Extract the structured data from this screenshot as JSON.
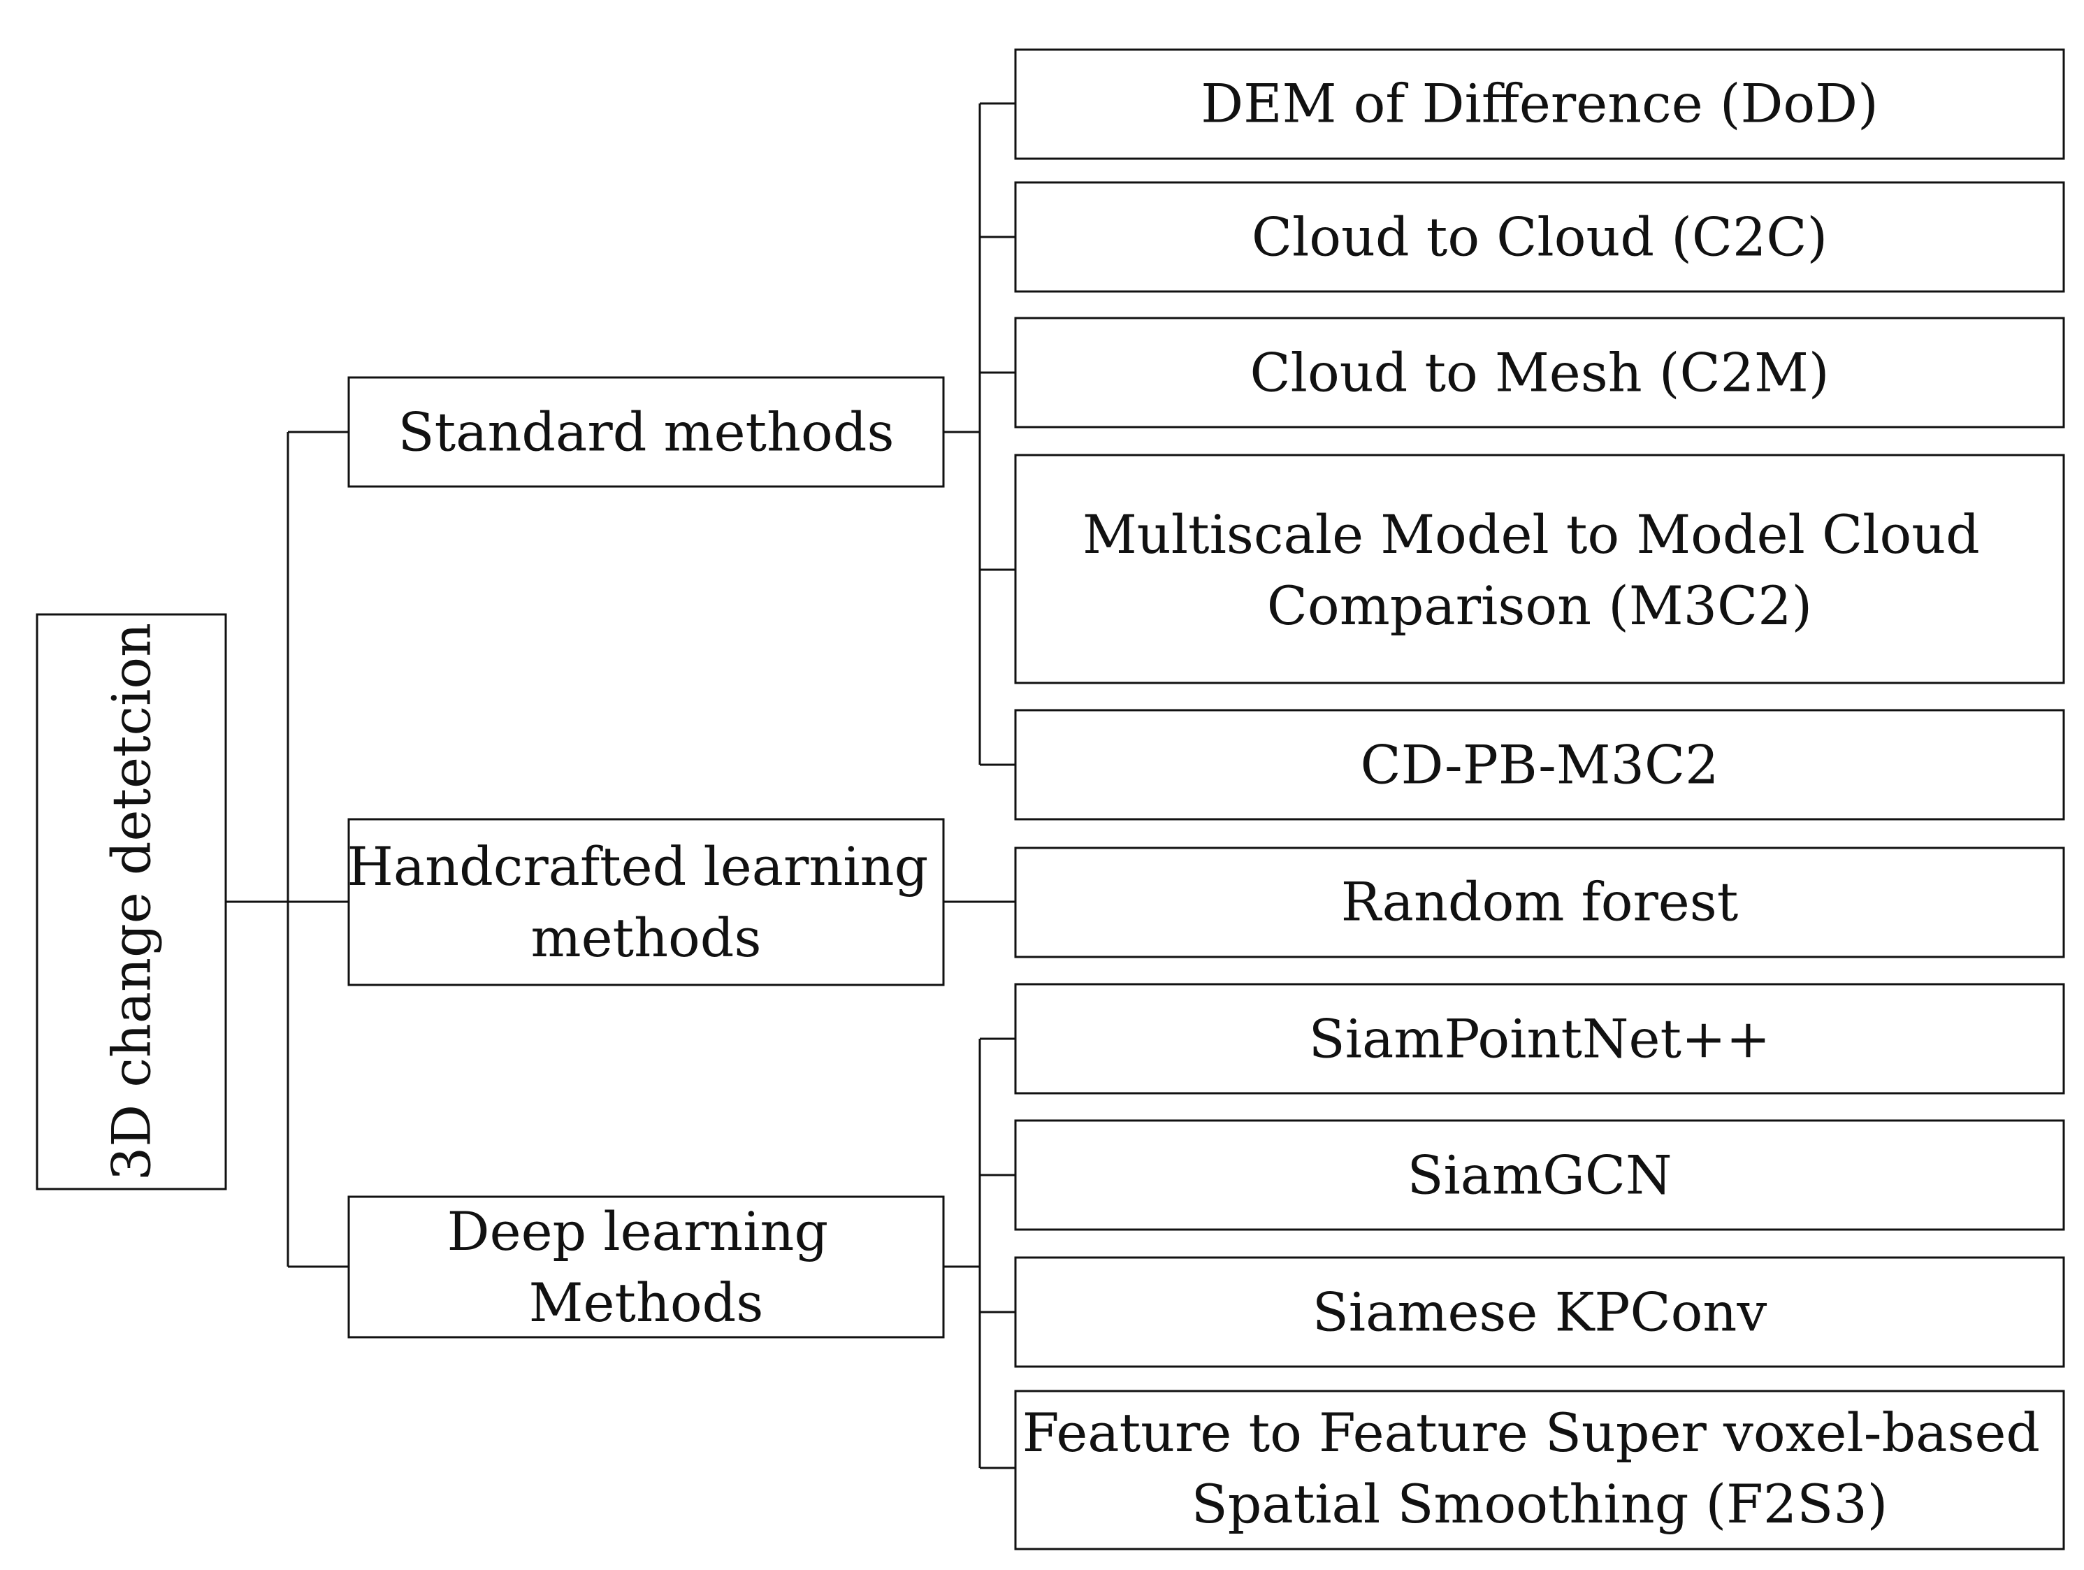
{
  "root": {
    "label": "3D change detetcion"
  },
  "categories": [
    {
      "label": "Standard methods",
      "children": [
        "DEM of Difference (DoD)",
        "Cloud to Cloud (C2C)",
        "Cloud to Mesh (C2M)",
        "Multiscale Model to Model Cloud Comparison (M3C2)",
        "CD-PB-M3C2"
      ]
    },
    {
      "label": "Handcrafted learning methods",
      "children": [
        "Random forest"
      ]
    },
    {
      "label": "Deep learning Methods",
      "children": [
        "SiamPointNet++",
        "SiamGCN",
        "Siamese KPConv",
        "Feature to Feature Super voxel-based Spatial Smoothing (F2S3)"
      ]
    }
  ]
}
